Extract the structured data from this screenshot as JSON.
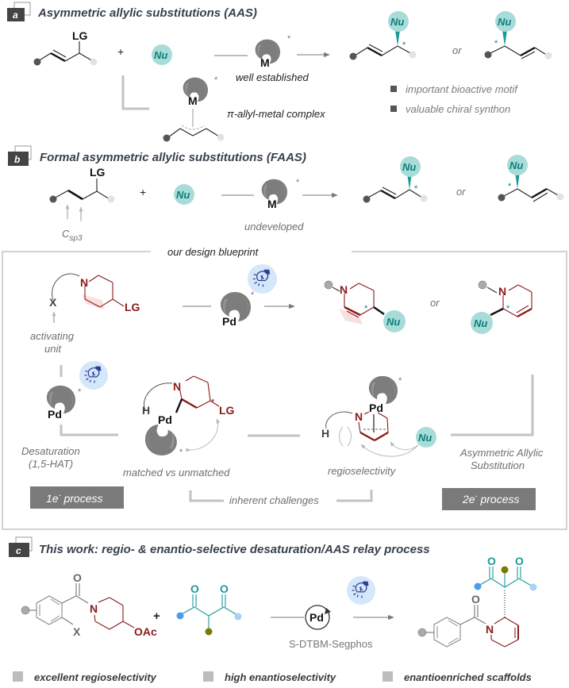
{
  "colors": {
    "nu_fill": "#a7dcd8",
    "nu_text": "#0e7d7b",
    "piperidine_red": "#8b1a1a",
    "catalyst_gray": "#7d7d7d",
    "badge_dark": "#444444",
    "process_box": "#7a7a7a",
    "light_blue": "#d5e7fb",
    "blue_dot": "#4a9cf0",
    "light_blue_dot": "#a9d0f5",
    "olive_dot": "#7a7a05",
    "teal_bond": "#1a9a96",
    "connector_gray": "#c3c3c0"
  },
  "icons": {
    "badge": "square-badge-with-outline",
    "catalyst": "chiral-catalyst-crescent-icon",
    "light": "lightbulb-icon",
    "nucleophile": "nu-circle-icon",
    "bullet": "square-bullet-icon"
  },
  "section_a": {
    "badge": "a",
    "title": "Asymmetric allylic substitutions (AAS)",
    "substrate_lg": "LG",
    "plus": "+",
    "nu": "Nu",
    "metal": "M",
    "star": "*",
    "status": "well established",
    "complex_label": "π-allyl-metal complex",
    "or": "or",
    "bullets": [
      "important bioactive motif",
      "valuable chiral synthon"
    ]
  },
  "section_b": {
    "badge": "b",
    "title": "Formal asymmetric allylic substitutions (FAAS)",
    "substrate_lg": "LG",
    "plus": "+",
    "nu": "Nu",
    "metal": "M",
    "star": "*",
    "csp3_main": "C",
    "csp3_sub": "sp3",
    "status": "undeveloped",
    "or": "or"
  },
  "blueprint": {
    "title": "our design blueprint",
    "x_label": "X",
    "n_label": "N",
    "lg_label": "LG",
    "activating_unit": [
      "activating",
      "unit"
    ],
    "pd": "Pd",
    "nu": "Nu",
    "star": "*",
    "or": "or",
    "h_label": "H",
    "desaturation": [
      "Desaturation",
      "(1,5-HAT)"
    ],
    "matched": "matched vs unmatched",
    "regioselectivity": "regioselectivity",
    "aas": [
      "Asymmetric Allylic",
      "Substitution"
    ],
    "inherent": "inherent challenges",
    "process_1e": {
      "pre": "1e",
      "sup": "-",
      "post": " process"
    },
    "process_2e": {
      "pre": "2e",
      "sup": "-",
      "post": " process"
    }
  },
  "section_c": {
    "badge": "c",
    "title": "This work: regio- & enantio-selective desaturation/AAS relay process",
    "o_label": "O",
    "n_label": "N",
    "x_label": "X",
    "oac_label": "OAc",
    "plus": "+",
    "pd": "Pd",
    "ligand": "S-DTBM-Segphos",
    "features": [
      "excellent regioselectivity",
      "high enantioselectivity",
      "enantioenriched scaffolds"
    ]
  }
}
